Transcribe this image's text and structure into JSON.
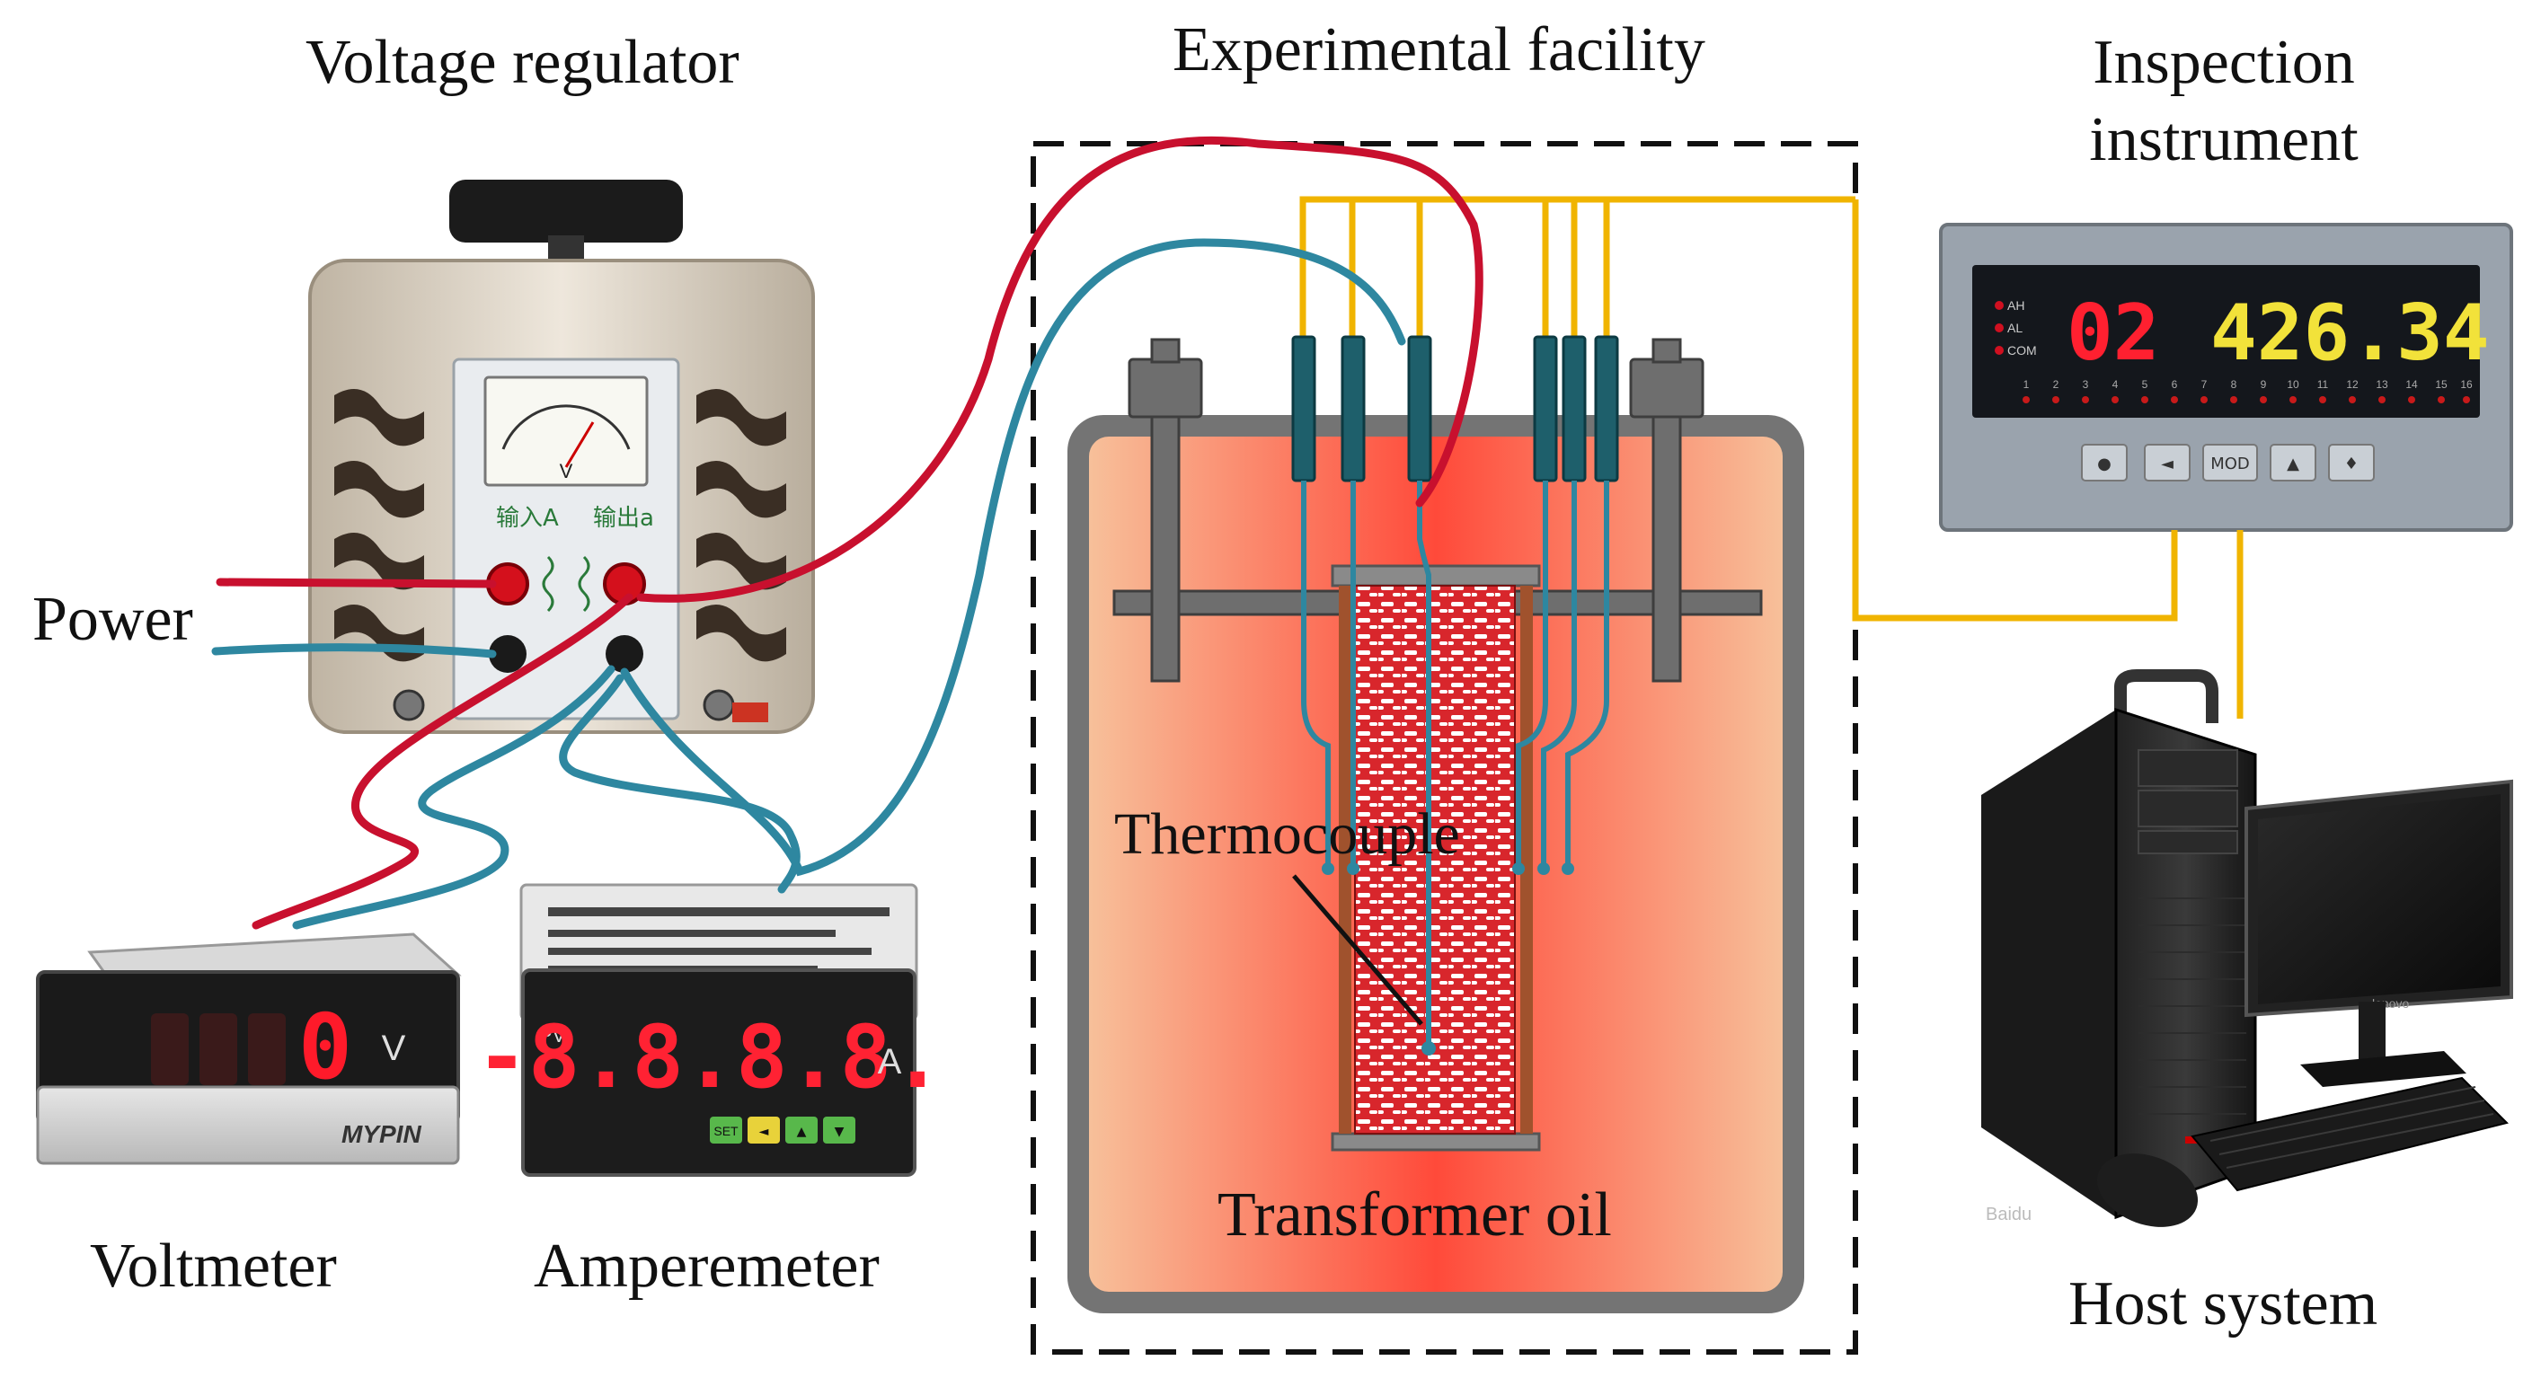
{
  "labels": {
    "voltage_regulator": "Voltage regulator",
    "experimental_facility": "Experimental facility",
    "inspection_line1": "Inspection",
    "inspection_line2": "instrument",
    "power": "Power",
    "thermocouple": "Thermocouple",
    "transformer_oil": "Transformer oil",
    "voltmeter": "Voltmeter",
    "amperemeter": "Amperemeter",
    "host_system": "Host system"
  },
  "regulator": {
    "dial_unit": "V",
    "input_label": "输入A",
    "output_label": "输出a"
  },
  "voltmeter_display": {
    "reading": "0",
    "unit": "V",
    "brand": "MYPIN"
  },
  "amperemeter_display": {
    "prefix": "PV",
    "reading": "-8.8.8.8.",
    "unit": "A",
    "keys": [
      "SET",
      "◄",
      "▲",
      "▼"
    ]
  },
  "inspection_display": {
    "channel": "02",
    "reading": "426.34",
    "leds": [
      "AH",
      "AL",
      "COM"
    ],
    "channel_numbers": [
      "1",
      "2",
      "3",
      "4",
      "5",
      "6",
      "7",
      "8",
      "9",
      "10",
      "11",
      "12",
      "13",
      "14",
      "15",
      "16"
    ],
    "buttons": [
      "●",
      "◄",
      "MOD",
      "▲",
      "♦"
    ]
  },
  "pc": {
    "brand": "lenovo",
    "watermark": "Baidu"
  },
  "colors": {
    "red_wire": "#c8102e",
    "teal_wire": "#2e87a0",
    "yellow_wire": "#f0b400",
    "tank_gray": "#707070",
    "oil_edge": "#f7c39e",
    "oil_center": "#ff5540",
    "sample_red": "#d8262c"
  }
}
